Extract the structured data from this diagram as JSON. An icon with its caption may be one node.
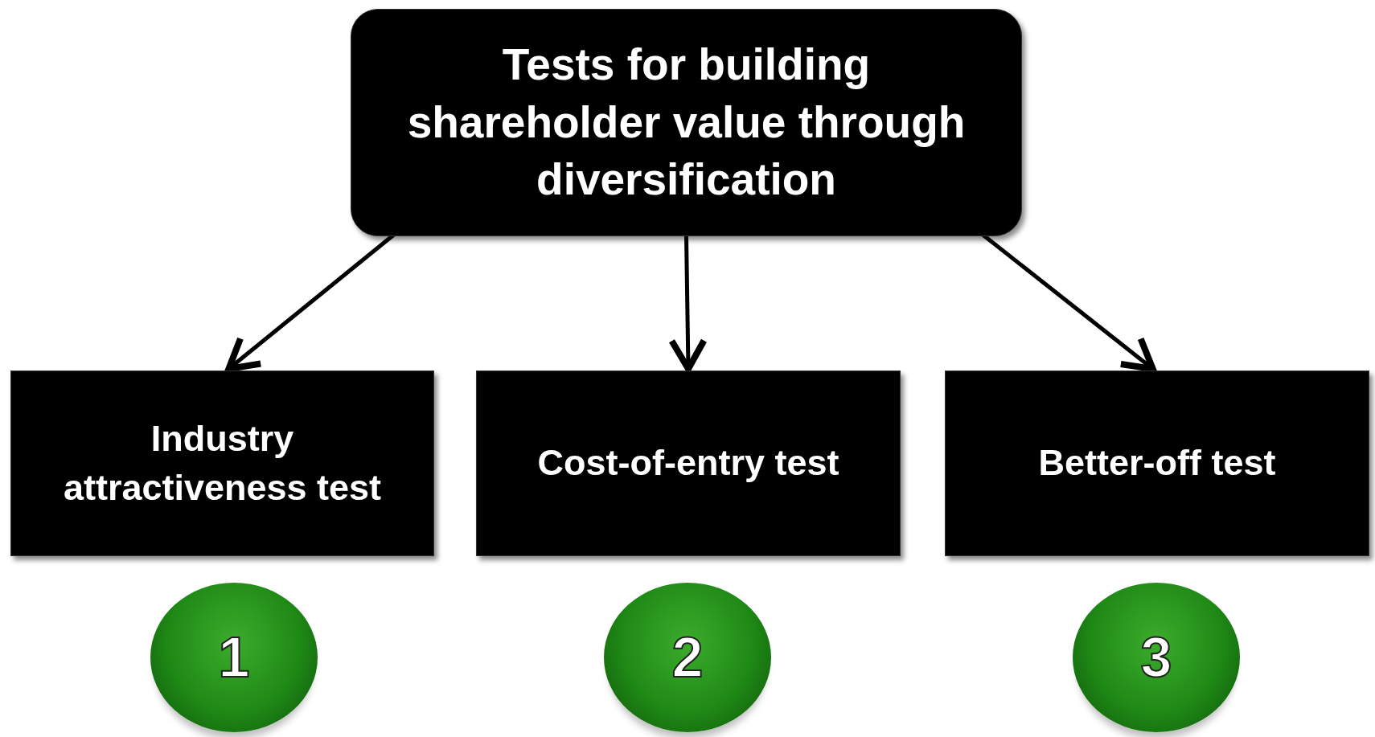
{
  "diagram": {
    "nodes": [
      {
        "text": [
          "Tests for building shareholder value through diversification"
        ]
      },
      {
        "text": [
          "Industry attractiveness test"
        ]
      },
      {
        "text": [
          "Cost-of-entry test"
        ]
      },
      {
        "text": [
          "Better-off test"
        ]
      },
      {
        "text": [
          "1"
        ]
      },
      {
        "text": [
          "2"
        ]
      },
      {
        "text": [
          "3"
        ]
      }
    ],
    "edges": [
      {
        "from": 0,
        "to": 1,
        "arrow": "to"
      },
      {
        "from": 0,
        "to": 2,
        "arrow": "to"
      },
      {
        "from": 0,
        "to": 3,
        "arrow": "to"
      }
    ]
  }
}
